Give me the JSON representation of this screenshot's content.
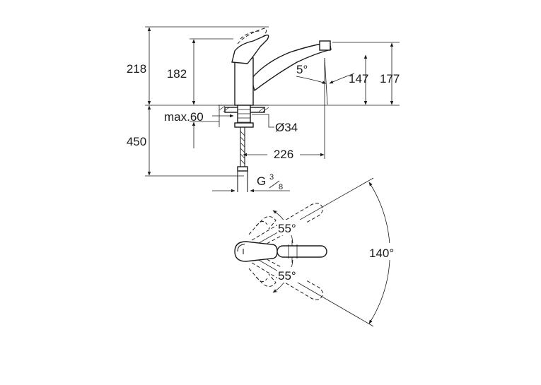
{
  "side_view": {
    "dim_218": "218",
    "dim_182": "182",
    "dim_450": "450",
    "dim_spout_angle": "5°",
    "dim_147": "147",
    "dim_177": "177",
    "dim_max60": "max.60",
    "dim_diameter": "Ø34",
    "dim_226": "226",
    "thread_g": "G",
    "thread_num": "3",
    "thread_den": "8"
  },
  "top_view": {
    "angle_upper": "55°",
    "angle_lower": "55°",
    "angle_total": "140°"
  }
}
